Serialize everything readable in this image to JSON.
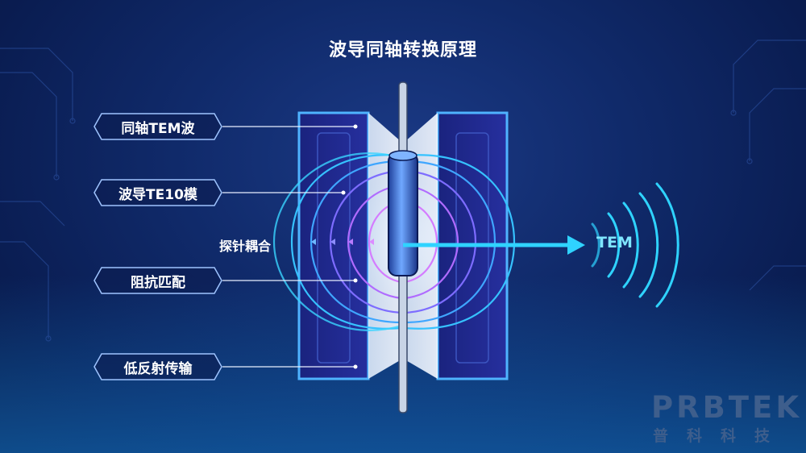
{
  "title": "波导同轴转换原理",
  "labels": [
    {
      "text": "同轴TEM波"
    },
    {
      "text": "波导TE10模"
    },
    {
      "text": "阻抗匹配"
    },
    {
      "text": "低反射传输"
    }
  ],
  "probe_label": "探针耦合",
  "output_label": "TEM",
  "brand": {
    "name": "PRBTEK",
    "chinese": "普科科技"
  },
  "colors": {
    "background": "#0f2a6a",
    "waveguide_wall": "#1e2a8a",
    "wall_border": "#4fb3ff",
    "field_inner": "#c26bff",
    "field_outer": "#36c2ff",
    "arrow": "#2fd3ff",
    "brand": "#3e5e8c"
  }
}
